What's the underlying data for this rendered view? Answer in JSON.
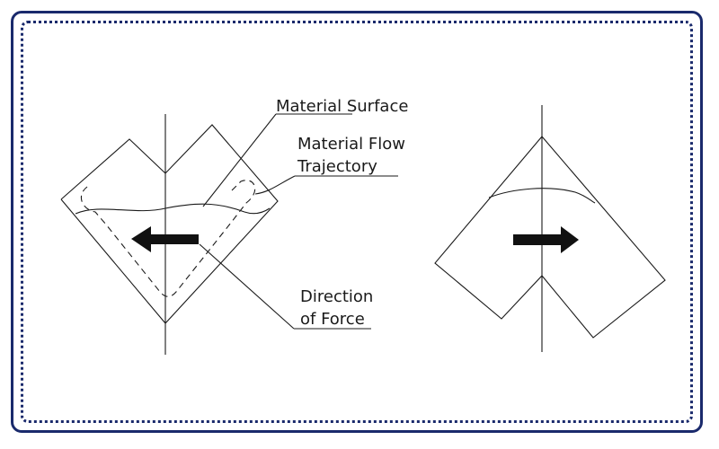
{
  "labels": {
    "material_surface": "Material Surface",
    "material_flow_line1": "Material Flow",
    "material_flow_line2": "Trajectory",
    "direction_line1": "Direction",
    "direction_line2": "of Force"
  },
  "colors": {
    "frame": "#1a2a6c",
    "ink": "#1a1a1a"
  },
  "icons": {
    "left_arrow": "arrow-left-icon",
    "right_arrow": "arrow-right-icon"
  }
}
